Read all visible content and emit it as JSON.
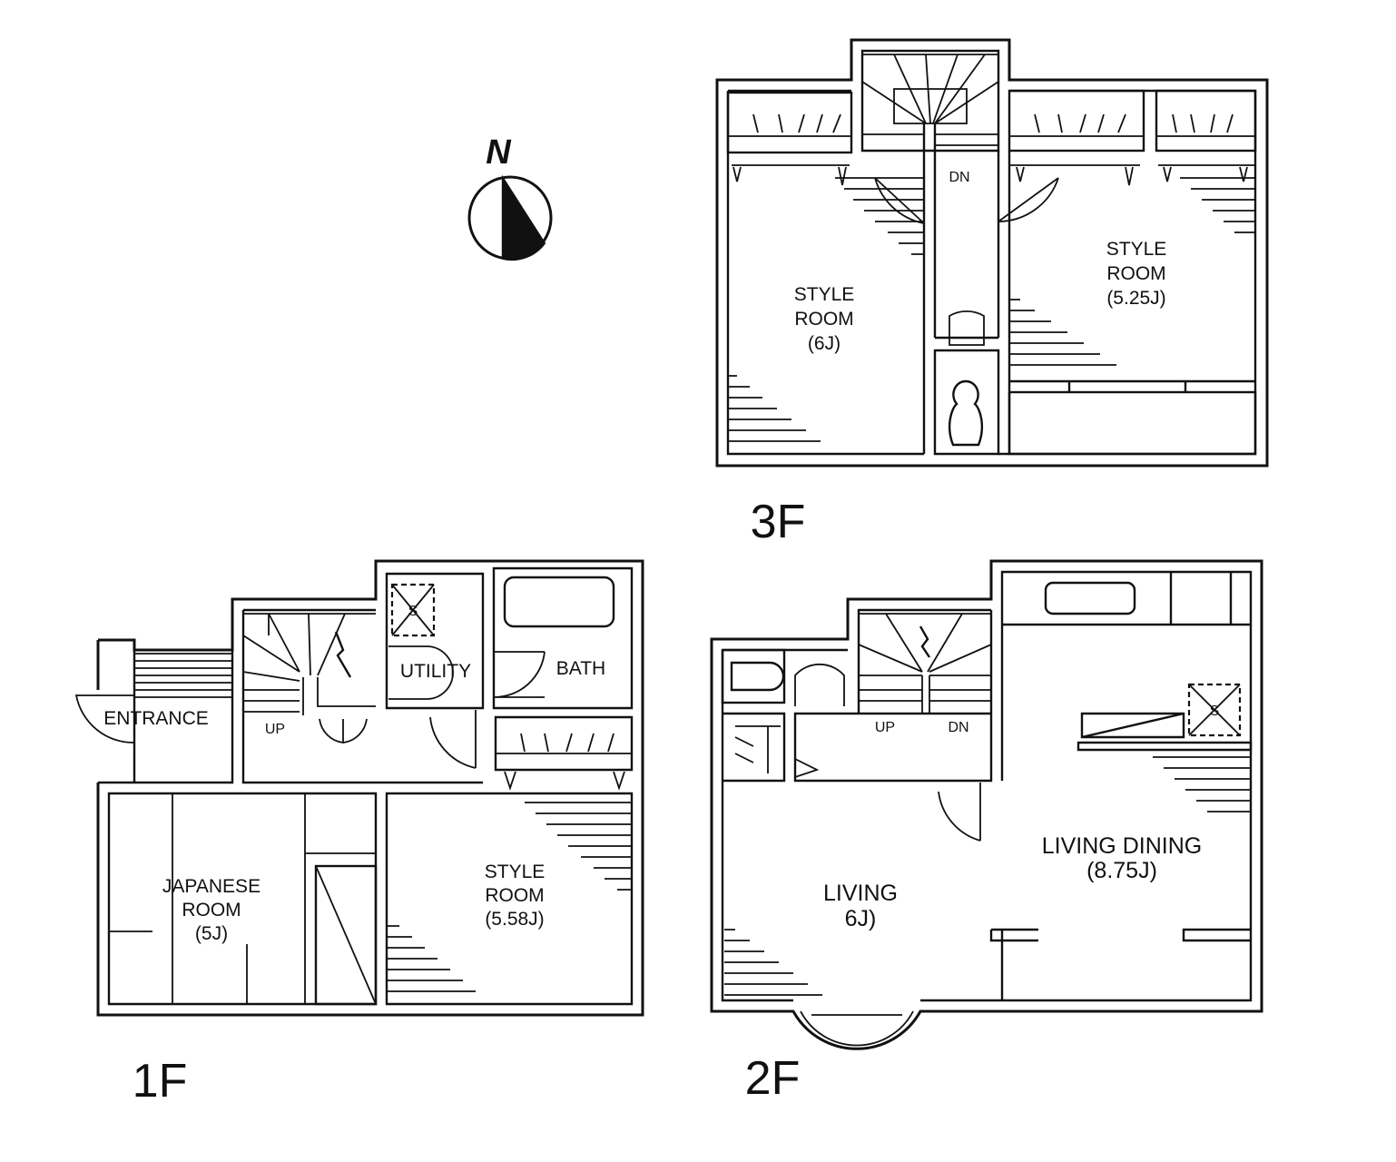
{
  "compass": {
    "label": "N"
  },
  "floors": {
    "third": {
      "name": "3F",
      "rooms": {
        "style_room_6": [
          "STYLE",
          "ROOM",
          "(6J)"
        ],
        "style_room_525": [
          "STYLE",
          "ROOM",
          "(5.25J)"
        ]
      },
      "stair_label": "DN"
    },
    "second": {
      "name": "2F",
      "rooms": {
        "living": [
          "LIVING",
          "6J)"
        ],
        "living_dining": [
          "LIVING DINING",
          "(8.75J)"
        ]
      },
      "stair_labels": [
        "UP",
        "DN"
      ],
      "storage_label": "S"
    },
    "first": {
      "name": "1F",
      "rooms": {
        "entrance": "ENTRANCE",
        "utility": "UTILITY",
        "bath": "BATH",
        "japanese_room": [
          "JAPANESE",
          "ROOM",
          "(5J)"
        ],
        "style_room_558": [
          "STYLE",
          "ROOM",
          "(5.58J)"
        ]
      },
      "stair_label": "UP",
      "storage_label": "S"
    }
  }
}
